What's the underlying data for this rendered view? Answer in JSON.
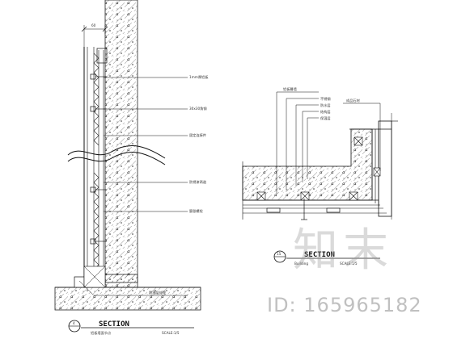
{
  "left_section": {
    "dimension": "60",
    "callouts": [
      "1mm厚铝板",
      "30x30角钢",
      "固定连接件",
      "防锈漆两道",
      "膨胀螺栓"
    ],
    "footnote": "防潮层处理",
    "title": "SECTION",
    "subtitle": "铝板墙面节点",
    "scale": "SCALE:1/5",
    "marker": "4"
  },
  "right_section": {
    "callouts_top": [
      "铝板幕墙",
      "不锈钢",
      "防水层",
      "结构层",
      "保温层"
    ],
    "callout_right": "成品石材",
    "title": "SECTION",
    "subtitle": "Building",
    "scale": "SCALE:1/5",
    "marker": "15"
  },
  "watermark": {
    "logo": "知末",
    "id": "ID: 165965182"
  }
}
